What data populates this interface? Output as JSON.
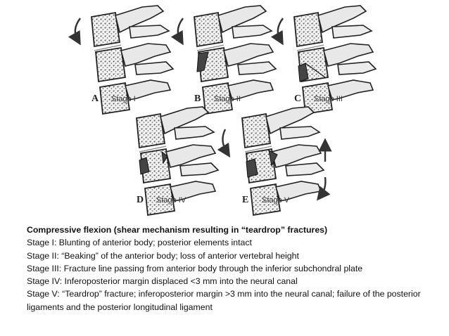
{
  "figure": {
    "panels": [
      {
        "letter": "A",
        "stage": "Stage I"
      },
      {
        "letter": "B",
        "stage": "Stage II"
      },
      {
        "letter": "C",
        "stage": "Stage III"
      },
      {
        "letter": "D",
        "stage": "Stage IV"
      },
      {
        "letter": "E",
        "stage": "Stage V"
      }
    ]
  },
  "caption": {
    "title": "Compressive flexion (shear mechanism resulting in “teardrop” fractures)",
    "lines": [
      "Stage I: Blunting of anterior body; posterior elements intact",
      "Stage II: “Beaking” of the anterior body; loss of anterior vertebral height",
      "Stage III: Fracture line passing from anterior body through the inferior subchondral plate",
      "Stage IV: Inferoposterior margin displaced <3 mm into the neural canal",
      "Stage V: “Teardrop” fracture; inferoposterior margin >3 mm into the neural canal; failure of the posterior ligaments and the posterior longitudinal ligament"
    ]
  }
}
